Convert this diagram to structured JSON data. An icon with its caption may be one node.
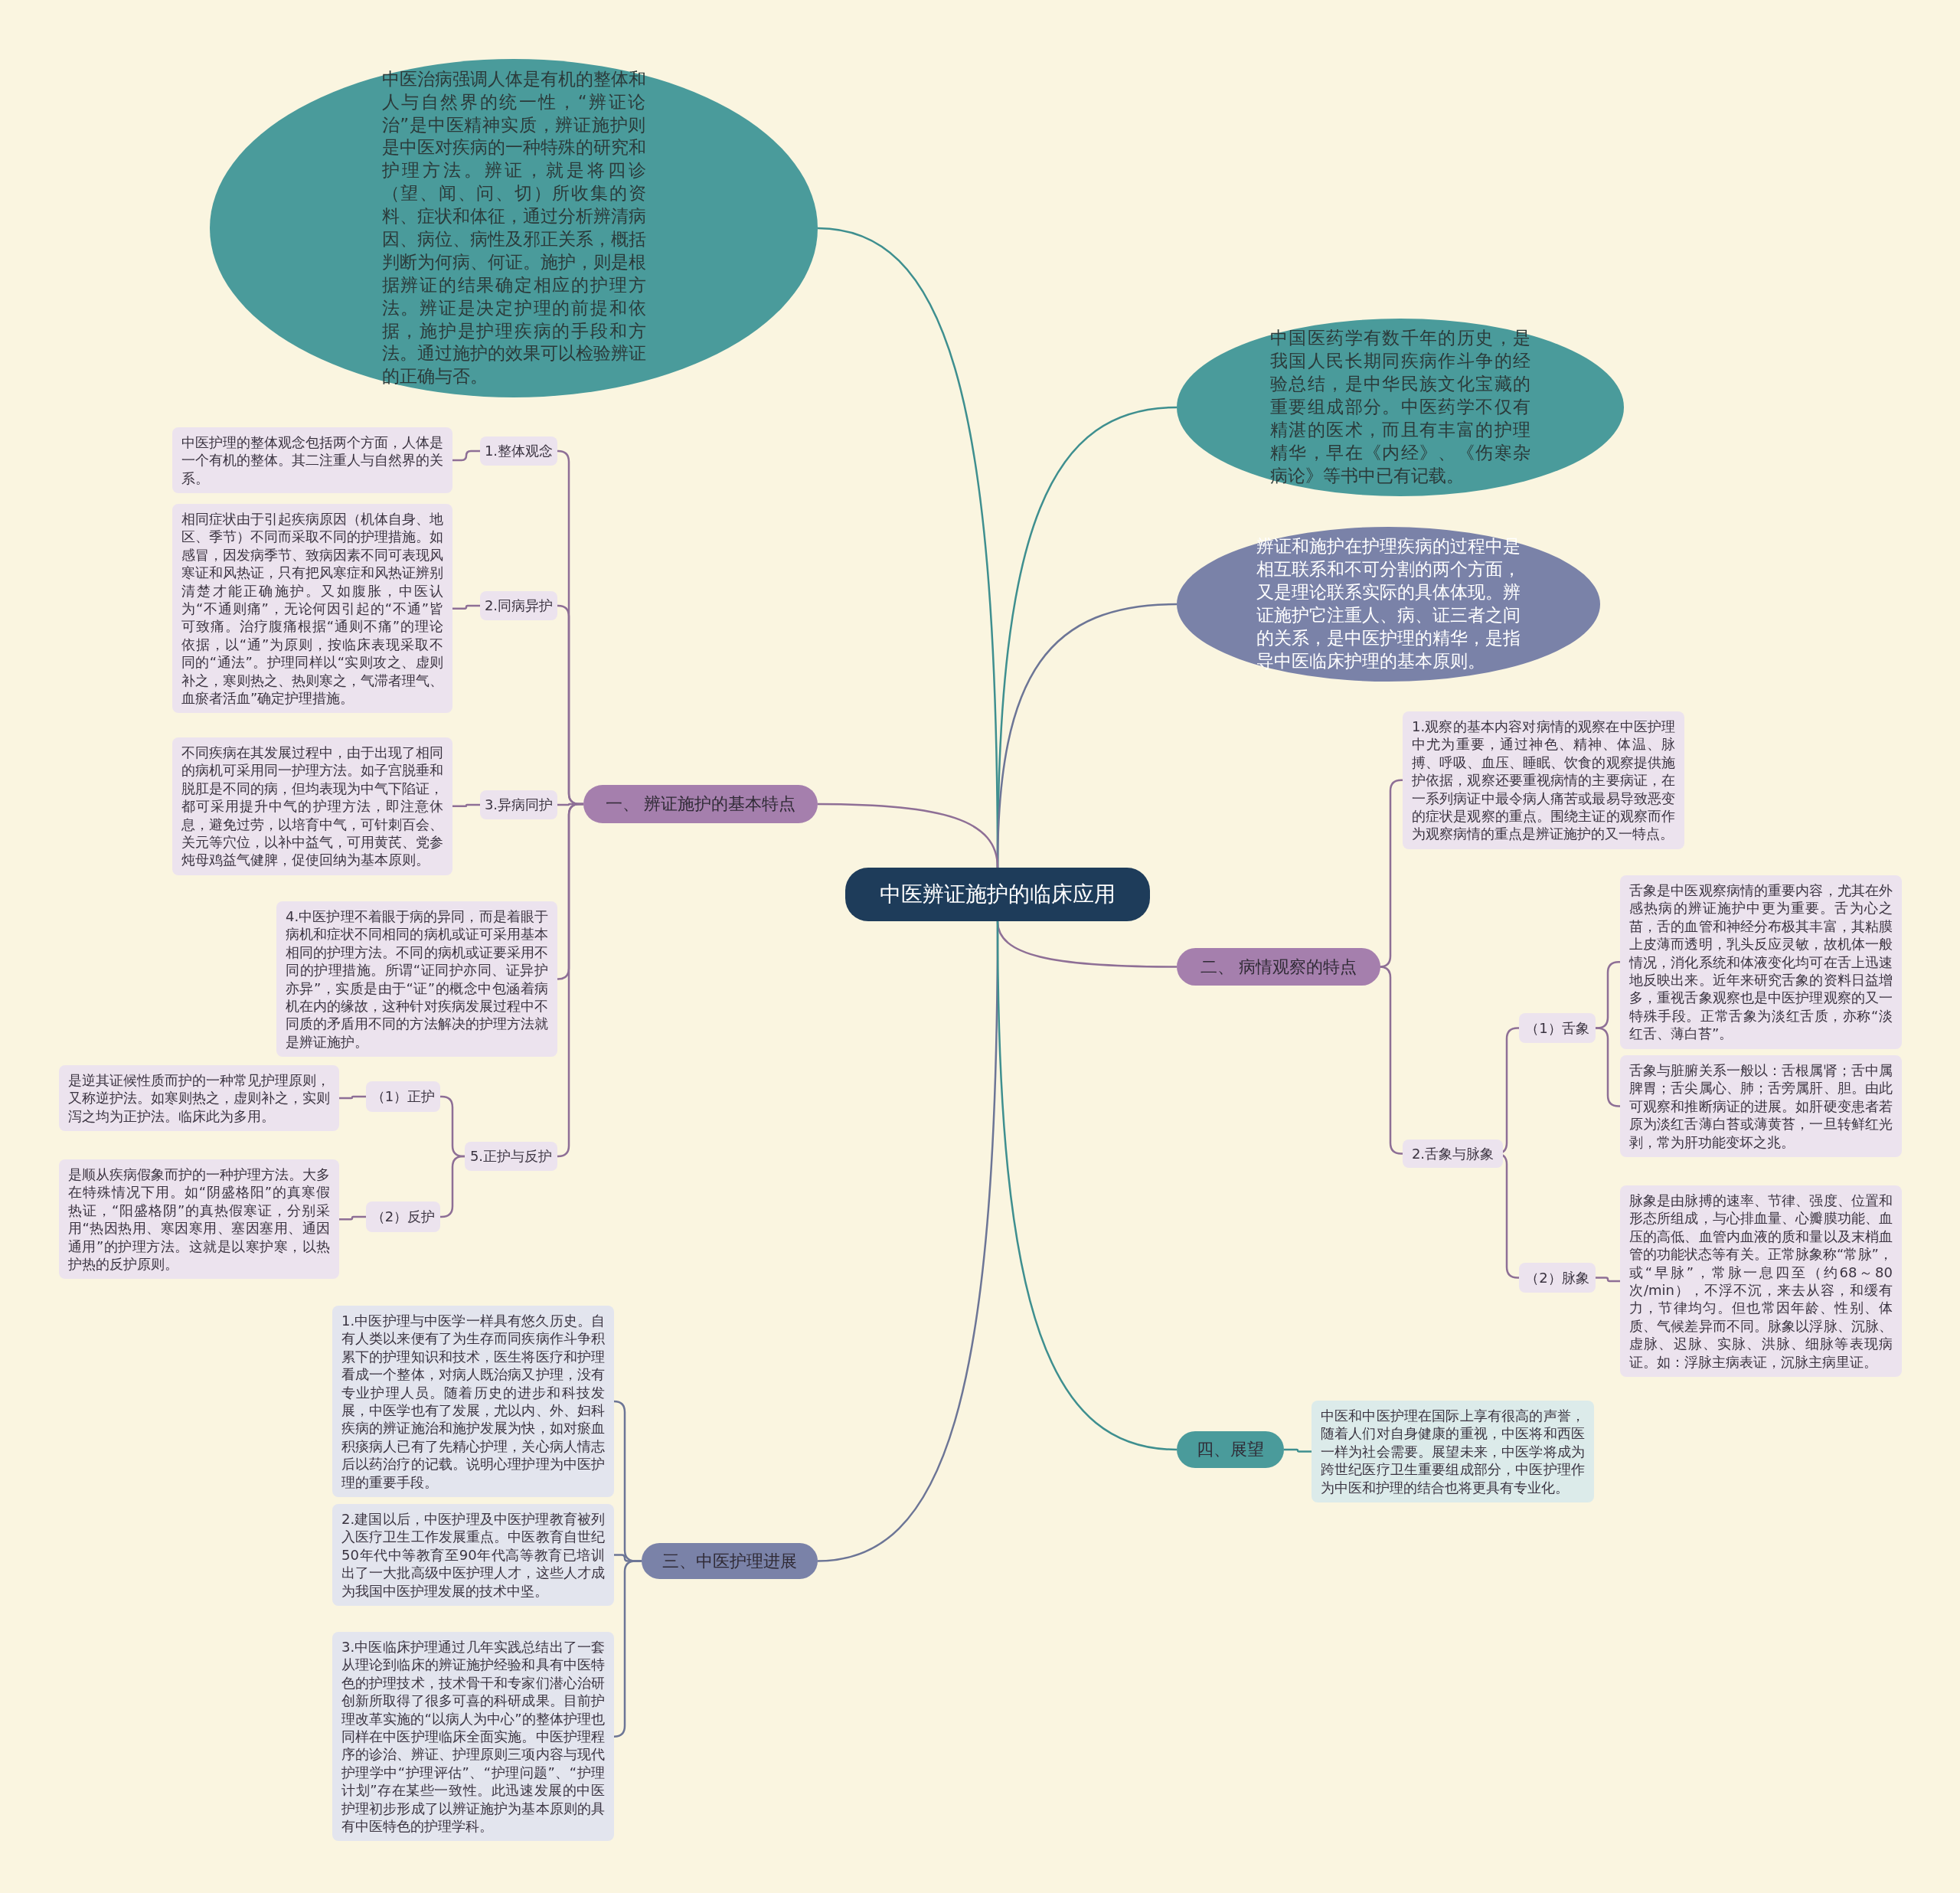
{
  "diagram": {
    "nodes": [
      {
        "text": [
          "中医辨证施护的临床应用"
        ]
      },
      {
        "text": [
          "中医治病强调人体是有机的整体和人与自然界的统一性，“辨证论治”是中医精神实质，辨证施护则是中医对疾病的一种特殊的研究和护理方法。辨证，就是将四诊（望、闻、问、切）所收集的资料、症状和体征，通过分析辨清病因、病位、病性及邪正关系，概括判断为何病、何证。施护，则是根据辨证的结果确定相应的护理方法。辨证是决定护理的前提和依据，施护是护理疾病的手段和方法。通过施护的效果可以检验辨证的正确与否。"
        ]
      },
      {
        "text": [
          "中国医药学有数千年的历史，是我国人民长期同疾病作斗争的经验总结，是中华民族文化宝藏的重要组成部分。中医药学不仅有精湛的医术，而且有丰富的护理精华，早在《内经》、《伤寒杂病论》等书中已有记载。"
        ]
      },
      {
        "text": [
          "辨证和施护在护理疾病的过程中是相互联系和不可分割的两个方面，又是理论联系实际的具体体现。辨证施护它注重人、病、证三者之间的关系，是中医护理的精华，是指导中医临床护理的基本原则。"
        ]
      },
      {
        "text": [
          "一、 辨证施护的基本特点"
        ]
      },
      {
        "text": [
          "1.整体观念"
        ]
      },
      {
        "text": [
          "中医护理的整体观念包括两个方面，人体是一个有机的整体。其二注重人与自然界的关系。"
        ]
      },
      {
        "text": [
          "2.同病异护"
        ]
      },
      {
        "text": [
          "相同症状由于引起疾病原因（机体自身、地区、季节）不同而采取不同的护理措施。如感冒，因发病季节、致病因素不同可表现风寒证和风热证，只有把风寒症和风热证辨别清楚才能正确施护。又如腹胀，中医认为“不通则痛”，无论何因引起的“不通”皆可致痛。治疗腹痛根据“通则不痛”的理论依据，以“通”为原则，按临床表现采取不同的“通法”。护理同样以“实则攻之、虚则补之，寒则热之、热则寒之，气滞者理气、血瘀者活血”确定护理措施。"
        ]
      },
      {
        "text": [
          "3.异病同护"
        ]
      },
      {
        "text": [
          "不同疾病在其发展过程中，由于出现了相同的病机可采用同一护理方法。如子宫脱垂和脱肛是不同的病，但均表现为中气下陷证，都可采用提升中气的护理方法，即注意休息，避免过劳，以培育中气，可针刺百会、关元等穴位，以补中益气，可用黄芪、党参炖母鸡益气健脾，促使回纳为基本原则。"
        ]
      },
      {
        "text": [
          "4.中医护理不着眼于病的异同，而是着眼于病机和症状不同相同的病机或证可采用基本相同的护理方法。不同的病机或证要采用不同的护理措施。所谓“证同护亦同、证异护亦异”，实质是由于“证”的概念中包涵着病机在内的缘故，这种针对疾病发展过程中不同质的矛盾用不同的方法解决的护理方法就是辨证施护。"
        ]
      },
      {
        "text": [
          "5.正护与反护"
        ]
      },
      {
        "text": [
          "（1）正护"
        ]
      },
      {
        "text": [
          "是逆其证候性质而护的一种常见护理原则，又称逆护法。如寒则热之，虚则补之，实则泻之均为正护法。临床此为多用。"
        ]
      },
      {
        "text": [
          "（2）反护"
        ]
      },
      {
        "text": [
          "是顺从疾病假象而护的一种护理方法。大多在特殊情况下用。如“阴盛格阳”的真寒假热证，“阳盛格阴”的真热假寒证，分别采用“热因热用、寒因寒用、塞因塞用、通因通用”的护理方法。这就是以寒护寒，以热护热的反护原则。"
        ]
      },
      {
        "text": [
          "三、中医护理进展"
        ]
      },
      {
        "text": [
          "1.中医护理与中医学一样具有悠久历史。自有人类以来便有了为生存而同疾病作斗争积累下的护理知识和技术，医生将医疗和护理看成一个整体，对病人既治病又护理，没有专业护理人员。随着历史的进步和科技发展，中医学也有了发展，尤以内、外、妇科疾病的辨证施治和施护发展为快，如对瘀血积痰病人已有了先精心护理，关心病人情志后以药治疗的记载。说明心理护理为中医护理的重要手段。"
        ]
      },
      {
        "text": [
          "2.建国以后，中医护理及中医护理教育被列入医疗卫生工作发展重点。中医教育自世纪50年代中等教育至90年代高等教育已培训出了一大批高级中医护理人才，这些人才成为我国中医护理发展的技术中坚。"
        ]
      },
      {
        "text": [
          "3.中医临床护理通过几年实践总结出了一套从理论到临床的辨证施护经验和具有中医特色的护理技术，技术骨干和专家们潜心治研创新所取得了很多可喜的科研成果。目前护理改革实施的“以病人为中心”的整体护理也同样在中医护理临床全面实施。中医护理程序的诊治、辨证、护理原则三项内容与现代护理学中“护理评估”、“护理问题”、“护理计划”存在某些一致性。此迅速发展的中医护理初步形成了以辨证施护为基本原则的具有中医特色的护理学科。"
        ]
      },
      {
        "text": [
          "二、 病情观察的特点"
        ]
      },
      {
        "text": [
          "1.观察的基本内容对病情的观察在中医护理中尤为重要，通过神色、精神、体温、脉搏、呼吸、血压、睡眠、饮食的观察提供施护依据，观察还要重视病情的主要病证，在一系列病证中最令病人痛苦或最易导致恶变的症状是观察的重点。围绕主证的观察而作为观察病情的重点是辨证施护的又一特点。"
        ]
      },
      {
        "text": [
          "2.舌象与脉象"
        ]
      },
      {
        "text": [
          "（1）舌象"
        ]
      },
      {
        "text": [
          "舌象是中医观察病情的重要内容，尤其在外感热病的辨证施护中更为重要。舌为心之苗，舌的血管和神经分布极其丰富，其粘膜上皮薄而透明，乳头反应灵敏，故机体一般情况，消化系统和体液变化均可在舌上迅速地反映出来。近年来研究舌象的资料日益增多，重视舌象观察也是中医护理观察的又一特殊手段。正常舌象为淡红舌质，亦称“淡红舌、薄白苔”。"
        ]
      },
      {
        "text": [
          "舌象与脏腑关系一般以：舌根属肾；舌中属脾胃；舌尖属心、肺；舌旁属肝、胆。由此可观察和推断病证的进展。如肝硬变患者若原为淡红舌薄白苔或薄黄苔，一旦转鲜红光剥，常为肝功能变坏之兆。"
        ]
      },
      {
        "text": [
          "（2）脉象"
        ]
      },
      {
        "text": [
          "脉象是由脉搏的速率、节律、强度、位置和形态所组成，与心排血量、心瓣膜功能、血压的高低、血管内血液的质和量以及末梢血管的功能状态等有关。正常脉象称“常脉”，或“早脉”，常脉一息四至（约68～80次/min），不浮不沉，来去从容，和缓有力，节律均匀。但也常因年龄、性别、体质、气候差异而不同。脉象以浮脉、沉脉、虚脉、迟脉、实脉、洪脉、细脉等表现病证。如：浮脉主病表证，沉脉主病里证。"
        ]
      },
      {
        "text": [
          "四、展望"
        ]
      },
      {
        "text": [
          "中医和中医护理在国际上享有很高的声誉，随着人们对自身健康的重视，中医将和西医一样为社会需要。展望未来，中医学将成为跨世纪医疗卫生重要组成部分，中医护理作为中医和护理的结合也将更具有专业化。"
        ]
      }
    ],
    "edges": [
      {
        "from": 0,
        "to": 1,
        "arrow": "none",
        "color": "#3e8f8f"
      },
      {
        "from": 0,
        "to": 2,
        "arrow": "none",
        "color": "#3e8f8f"
      },
      {
        "from": 0,
        "to": 3,
        "arrow": "none",
        "color": "#6c7596"
      },
      {
        "from": 0,
        "to": 4,
        "arrow": "none"
      },
      {
        "from": 4,
        "to": 5,
        "arrow": "none"
      },
      {
        "from": 5,
        "to": 6,
        "arrow": "none"
      },
      {
        "from": 4,
        "to": 7,
        "arrow": "none"
      },
      {
        "from": 7,
        "to": 8,
        "arrow": "none"
      },
      {
        "from": 4,
        "to": 9,
        "arrow": "none"
      },
      {
        "from": 9,
        "to": 10,
        "arrow": "none"
      },
      {
        "from": 4,
        "to": 11,
        "arrow": "none"
      },
      {
        "from": 4,
        "to": 12,
        "arrow": "none"
      },
      {
        "from": 12,
        "to": 13,
        "arrow": "none"
      },
      {
        "from": 13,
        "to": 14,
        "arrow": "none"
      },
      {
        "from": 12,
        "to": 15,
        "arrow": "none"
      },
      {
        "from": 15,
        "to": 16,
        "arrow": "none"
      },
      {
        "from": 0,
        "to": 17,
        "arrow": "none",
        "color": "#6c7596"
      },
      {
        "from": 17,
        "to": 18,
        "arrow": "none",
        "color": "#6c7596"
      },
      {
        "from": 17,
        "to": 19,
        "arrow": "none",
        "color": "#6c7596"
      },
      {
        "from": 17,
        "to": 20,
        "arrow": "none",
        "color": "#6c7596"
      },
      {
        "from": 0,
        "to": 21,
        "arrow": "none"
      },
      {
        "from": 21,
        "to": 22,
        "arrow": "none"
      },
      {
        "from": 21,
        "to": 23,
        "arrow": "none"
      },
      {
        "from": 23,
        "to": 24,
        "arrow": "none"
      },
      {
        "from": 24,
        "to": 25,
        "arrow": "none"
      },
      {
        "from": 24,
        "to": 26,
        "arrow": "none"
      },
      {
        "from": 23,
        "to": 27,
        "arrow": "none"
      },
      {
        "from": 27,
        "to": 28,
        "arrow": "none"
      },
      {
        "from": 0,
        "to": 29,
        "arrow": "none",
        "color": "#3e8f8f"
      },
      {
        "from": 29,
        "to": 30,
        "arrow": "none",
        "color": "#3e8f8f"
      }
    ]
  }
}
